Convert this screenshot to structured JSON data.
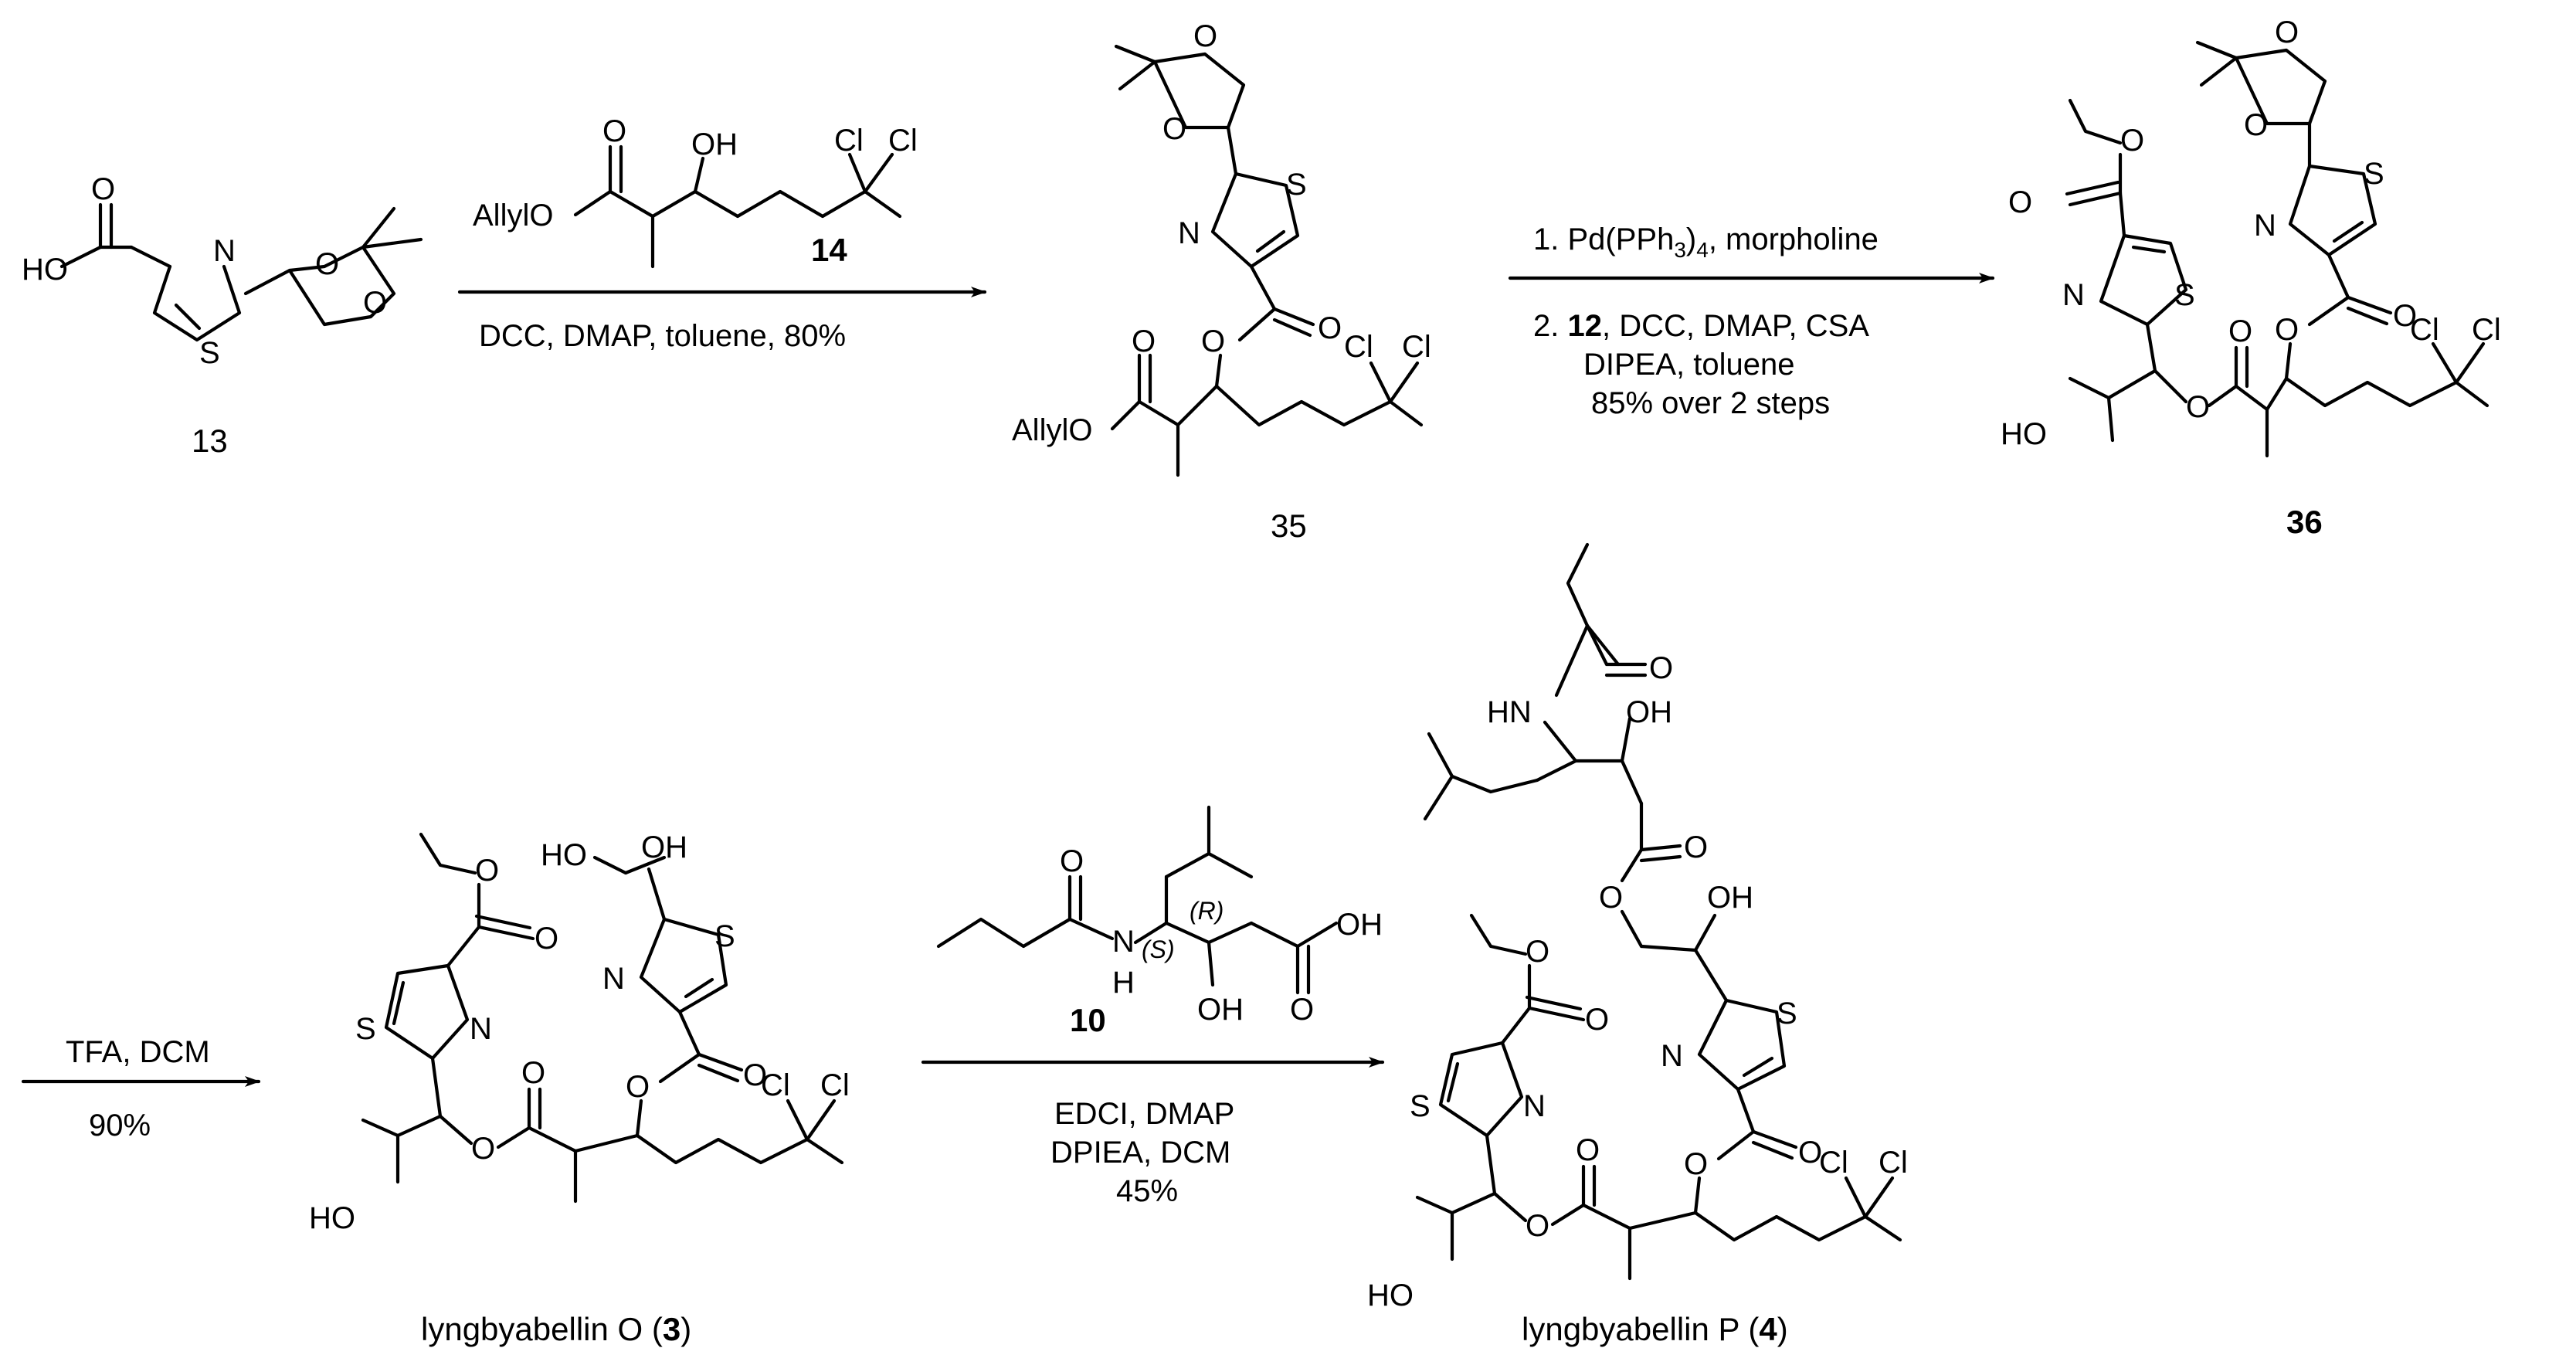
{
  "compounds": {
    "c13": {
      "label": "13"
    },
    "c14": {
      "label": "14",
      "allyl": "AllylO"
    },
    "c35": {
      "label": "35",
      "allyl": "AllylO"
    },
    "c36": {
      "label": "36"
    },
    "c3": {
      "name": "lyngbyabellin O (",
      "num": "3",
      "close": ")"
    },
    "c10": {
      "label": "10"
    },
    "c4": {
      "name": "lyngbyabellin P (",
      "num": "4",
      "close": ")"
    }
  },
  "atoms": {
    "O": "O",
    "OH": "OH",
    "HO": "HO",
    "N": "N",
    "S": "S",
    "Cl": "Cl",
    "HN": "HN",
    "H": "H"
  },
  "stereo_labels": {
    "s": "(S)",
    "r": "(R)"
  },
  "reactions": {
    "r1": {
      "conditions": "DCC, DMAP, toluene, 80%"
    },
    "r2": {
      "line1": "1. Pd(PPh",
      "line1_sub": "3",
      "line1_sub2": "4",
      "line1_tail": ", morpholine",
      "line2_pre": "2. ",
      "line2_bold": "12",
      "line2_tail": ", DCC, DMAP, CSA",
      "line3": "DIPEA, toluene",
      "line4": "85% over 2 steps"
    },
    "r3": {
      "line1": "TFA, DCM",
      "line2": "90%"
    },
    "r4": {
      "line1": "EDCI, DMAP",
      "line2": "DPIEA, DCM",
      "line3": "45%"
    }
  }
}
